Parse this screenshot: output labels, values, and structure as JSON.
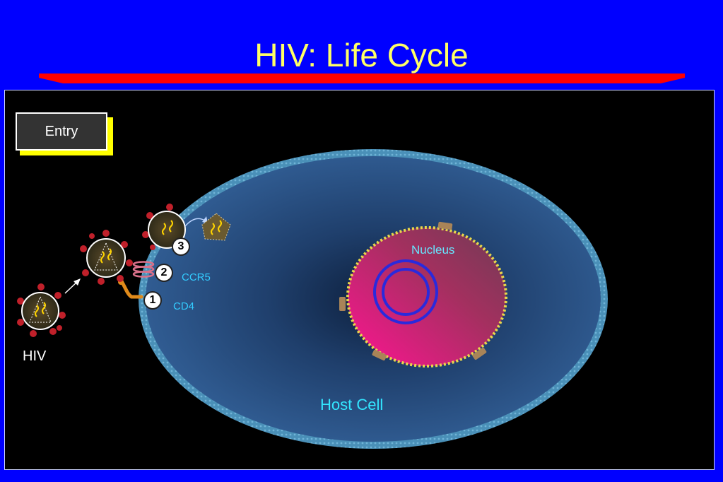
{
  "slide": {
    "title": "HIV: Life Cycle",
    "stage_label": "Entry"
  },
  "labels": {
    "hiv": "HIV",
    "host_cell": "Host Cell",
    "nucleus": "Nucleus",
    "ccr5": "CCR5",
    "cd4": "CD4"
  },
  "steps": [
    "1",
    "2",
    "3"
  ],
  "colors": {
    "background": "#0000ff",
    "title": "#ffff66",
    "accent_bar": "#ff0000",
    "panel": "#000000",
    "label": "#33ccff",
    "cell_fill": "#2e5e94",
    "nucleus_fill": "#d81b7a"
  }
}
